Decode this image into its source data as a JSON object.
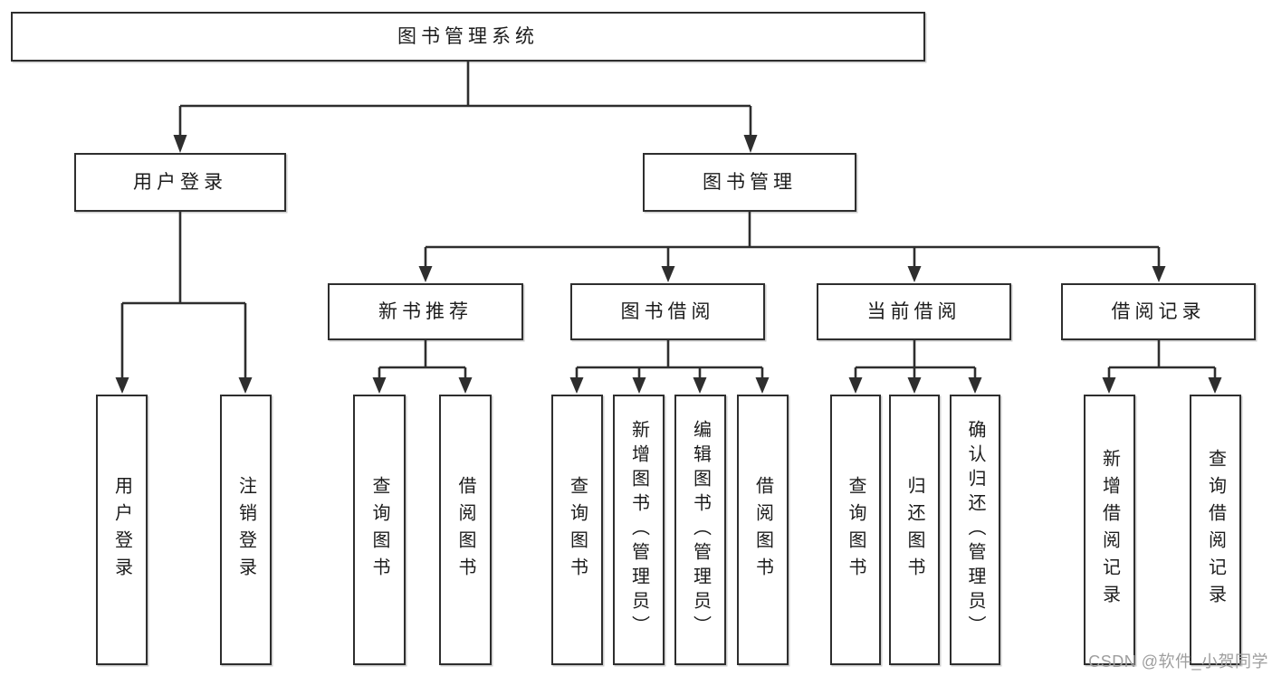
{
  "tree": {
    "label": "图书管理系统",
    "children": [
      {
        "label": "用户登录",
        "children": [
          {
            "label": "用户登录"
          },
          {
            "label": "注销登录"
          }
        ]
      },
      {
        "label": "图书管理",
        "children": [
          {
            "label": "新书推荐",
            "children": [
              {
                "label": "查询图书"
              },
              {
                "label": "借阅图书"
              }
            ]
          },
          {
            "label": "图书借阅",
            "children": [
              {
                "label": "查询图书"
              },
              {
                "label": "新增图书（管理员）"
              },
              {
                "label": "编辑图书（管理员）"
              },
              {
                "label": "借阅图书"
              }
            ]
          },
          {
            "label": "当前借阅",
            "children": [
              {
                "label": "查询图书"
              },
              {
                "label": "归还图书"
              },
              {
                "label": "确认归还（管理员）"
              }
            ]
          },
          {
            "label": "借阅记录",
            "children": [
              {
                "label": "新增借阅记录"
              },
              {
                "label": "查询借阅记录"
              }
            ]
          }
        ]
      }
    ]
  },
  "watermark": "CSDN @软件_小贺同学",
  "colors": {
    "line": "#2e2e2e",
    "text": "#1c1c1c",
    "watermark": "#9e9e9e",
    "background": "#ffffff"
  }
}
